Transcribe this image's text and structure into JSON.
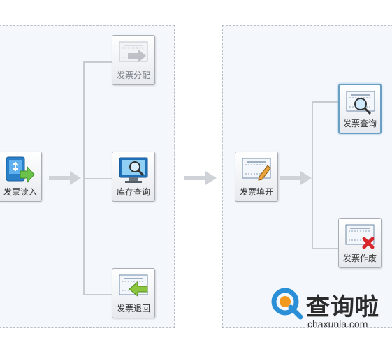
{
  "left_panel": {
    "source": {
      "label": "发票读入",
      "icon": "usb-import-icon"
    },
    "targets": [
      {
        "label": "发票分配",
        "icon": "invoice-forward-icon",
        "state": "disabled"
      },
      {
        "label": "库存查询",
        "icon": "monitor-search-icon",
        "state": "normal"
      },
      {
        "label": "发票退回",
        "icon": "invoice-return-icon",
        "state": "normal"
      }
    ]
  },
  "right_panel": {
    "source": {
      "label": "发票填开",
      "icon": "invoice-edit-icon"
    },
    "targets": [
      {
        "label": "发票查询",
        "icon": "invoice-search-icon",
        "state": "selected"
      },
      {
        "label": "发票作废",
        "icon": "invoice-void-icon",
        "state": "normal"
      }
    ]
  },
  "watermark": {
    "name_cn": "查询啦",
    "domain": "chaxunla.com"
  },
  "colors": {
    "panel_bg": "#f4f7fb",
    "panel_border": "#b8bcc4",
    "connector": "#c8cbd0",
    "selected_border": "#6a9fc4",
    "logo_blue": "#2a8fd6",
    "logo_orange": "#f39a1e"
  }
}
